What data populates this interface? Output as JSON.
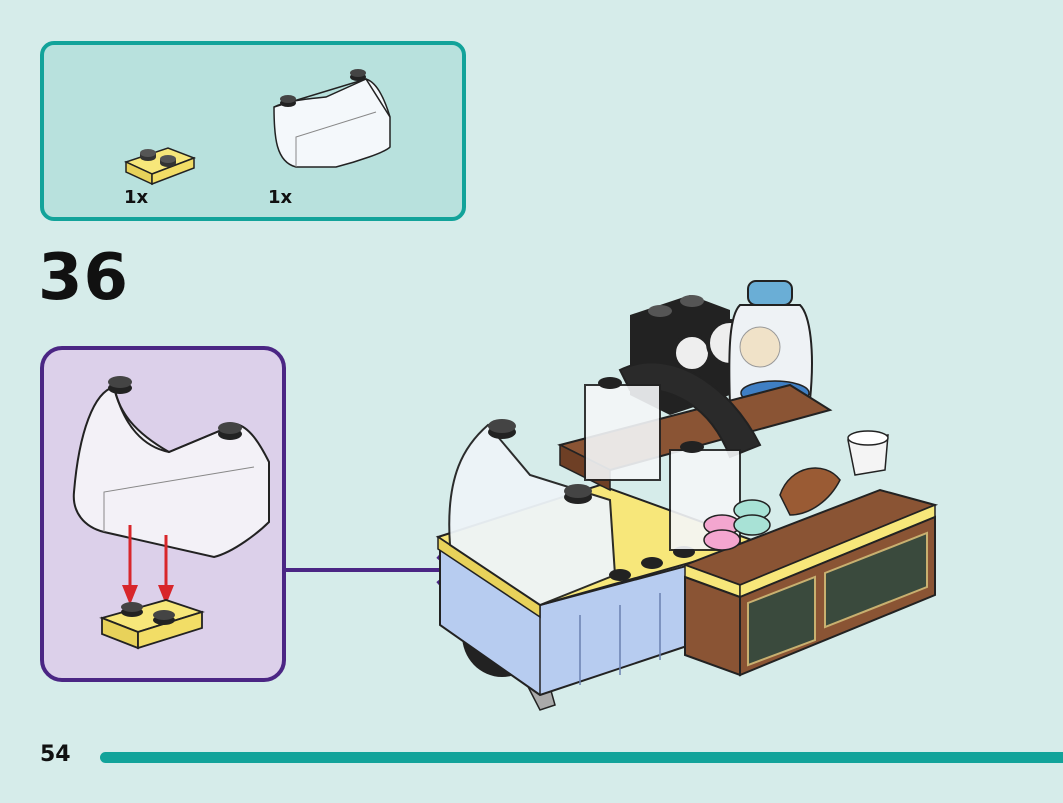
{
  "parts_list": {
    "items": [
      {
        "name": "yellow-plate-1x2",
        "quantity": "1x",
        "color": "#f7e77a"
      },
      {
        "name": "transparent-windscreen",
        "quantity": "1x",
        "color": "#ffffff"
      }
    ]
  },
  "step": {
    "number": "36"
  },
  "page": {
    "number": "54"
  },
  "colors": {
    "background": "#d6ecea",
    "parts_box_fill": "#b8e1dd",
    "accent_teal": "#12a39a",
    "callout_fill": "#dcd0ea",
    "callout_border": "#4b2684",
    "arrow_red": "#d8262b",
    "yellow": "#f7e77a",
    "light_blue": "#b7ccf0",
    "brown": "#8a5434",
    "chalkboard": "#3a4a3d"
  },
  "icons": {
    "callout_arrow": "arrow-right-icon",
    "placement_arrows": "arrow-down-icon"
  }
}
